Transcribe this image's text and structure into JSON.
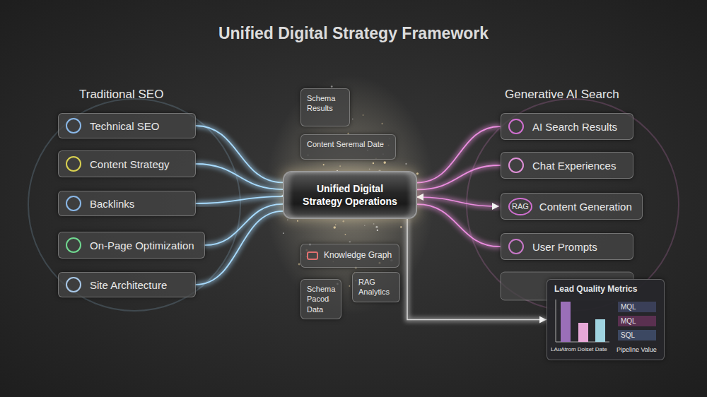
{
  "diagram": {
    "title": "Unified Digital Strategy Framework",
    "nodes": [
      {
        "text": [
          "Technical SEO"
        ]
      },
      {
        "text": [
          "Content Strategy"
        ]
      },
      {
        "text": [
          "Backlinks"
        ]
      },
      {
        "text": [
          "On-Page Optimization"
        ]
      },
      {
        "text": [
          "Site Architecture"
        ]
      },
      {
        "text": [
          "Schema Results"
        ]
      },
      {
        "text": [
          "Content Seremal Date"
        ]
      },
      {
        "text": [
          "Unified Digital Strategy Operations"
        ]
      },
      {
        "text": [
          "Knowledge Graph"
        ]
      },
      {
        "text": [
          "RAG Analytics"
        ]
      },
      {
        "text": [
          "Schema Pacod Data"
        ]
      },
      {
        "text": [
          "AI Search Results"
        ]
      },
      {
        "text": [
          "Chat Experiences"
        ]
      },
      {
        "text": [
          "RAG",
          "Content Generation"
        ]
      },
      {
        "text": [
          "User Prompts"
        ]
      },
      {
        "text": [
          "Lead Quality Metrics",
          "MQL",
          "MQL",
          "SQL",
          "LAuAtrom Dolset Date",
          "Pipeline Value"
        ]
      }
    ],
    "edges": [
      {
        "from": 0,
        "to": 7,
        "arrow": "none"
      },
      {
        "from": 1,
        "to": 7,
        "arrow": "none"
      },
      {
        "from": 2,
        "to": 7,
        "arrow": "none"
      },
      {
        "from": 3,
        "to": 7,
        "arrow": "none"
      },
      {
        "from": 4,
        "to": 7,
        "arrow": "none"
      },
      {
        "from": 7,
        "to": 11,
        "arrow": "none"
      },
      {
        "from": 7,
        "to": 12,
        "arrow": "none"
      },
      {
        "from": 7,
        "to": 13,
        "arrow": "both"
      },
      {
        "from": 7,
        "to": 14,
        "arrow": "none"
      },
      {
        "from": 7,
        "to": 15,
        "arrow": "to"
      }
    ],
    "labels": [
      "Traditional SEO",
      "Generative AI Search"
    ]
  }
}
